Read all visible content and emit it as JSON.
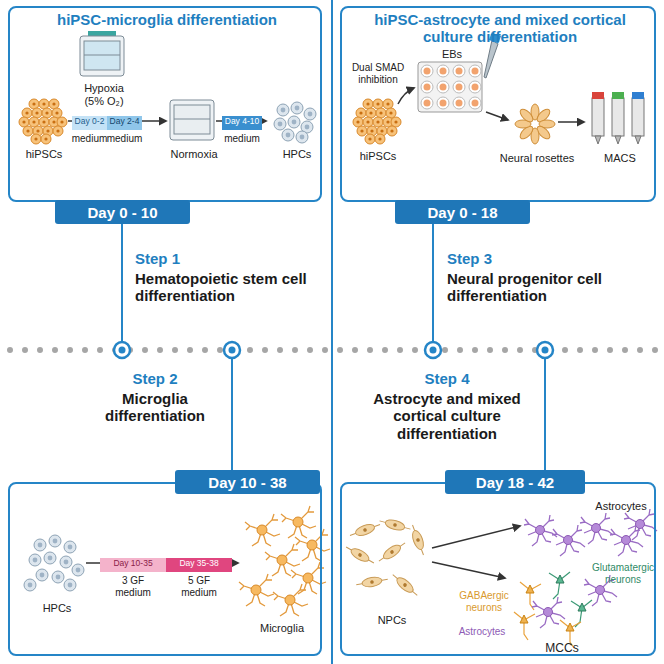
{
  "diagram": {
    "nodes": [
      {
        "text": [
          "hiPSC-microglia differentiation",
          "Hypoxia (5% O₂)",
          "hiPSCs",
          "Normoxia",
          "HPCs"
        ]
      },
      {
        "text": [
          "Day 0-2",
          "medium"
        ],
        "in": 0
      },
      {
        "text": [
          "Day 2-4",
          "medium"
        ],
        "in": 0
      },
      {
        "text": [
          "Day 4-10",
          "medium"
        ],
        "in": 0
      },
      {
        "text": [
          "hiPSC-astrocyte and mixed cortical culture differentiation",
          "EBs",
          "Dual SMAD inhibition",
          "hiPSCs",
          "Neural rosettes",
          "MACS"
        ]
      },
      {
        "text": [
          "Day 0 - 10"
        ]
      },
      {
        "text": [
          "Day 0 - 18"
        ]
      },
      {
        "text": [
          "Day 10 - 38"
        ]
      },
      {
        "text": [
          "Day 18 - 42"
        ]
      },
      {
        "text": [
          "HPCs",
          "Microglia"
        ]
      },
      {
        "text": [
          "Day 10-35",
          "3 GF medium"
        ],
        "in": 9
      },
      {
        "text": [
          "Day 35-38",
          "5 GF medium"
        ],
        "in": 9
      },
      {
        "text": [
          "NPCs",
          "Astrocytes",
          "GABAergic neurons",
          "Glutamatergic neurons",
          "Astrocytes",
          "MCCs"
        ]
      }
    ],
    "labels": [
      "Step 1",
      "Hematopoietic stem cell differentiation",
      "Step 2",
      "Microglia differentiation",
      "Step 3",
      "Neural progenitor cell differentiation",
      "Step 4",
      "Astrocyte and mixed cortical culture differentiation"
    ]
  }
}
